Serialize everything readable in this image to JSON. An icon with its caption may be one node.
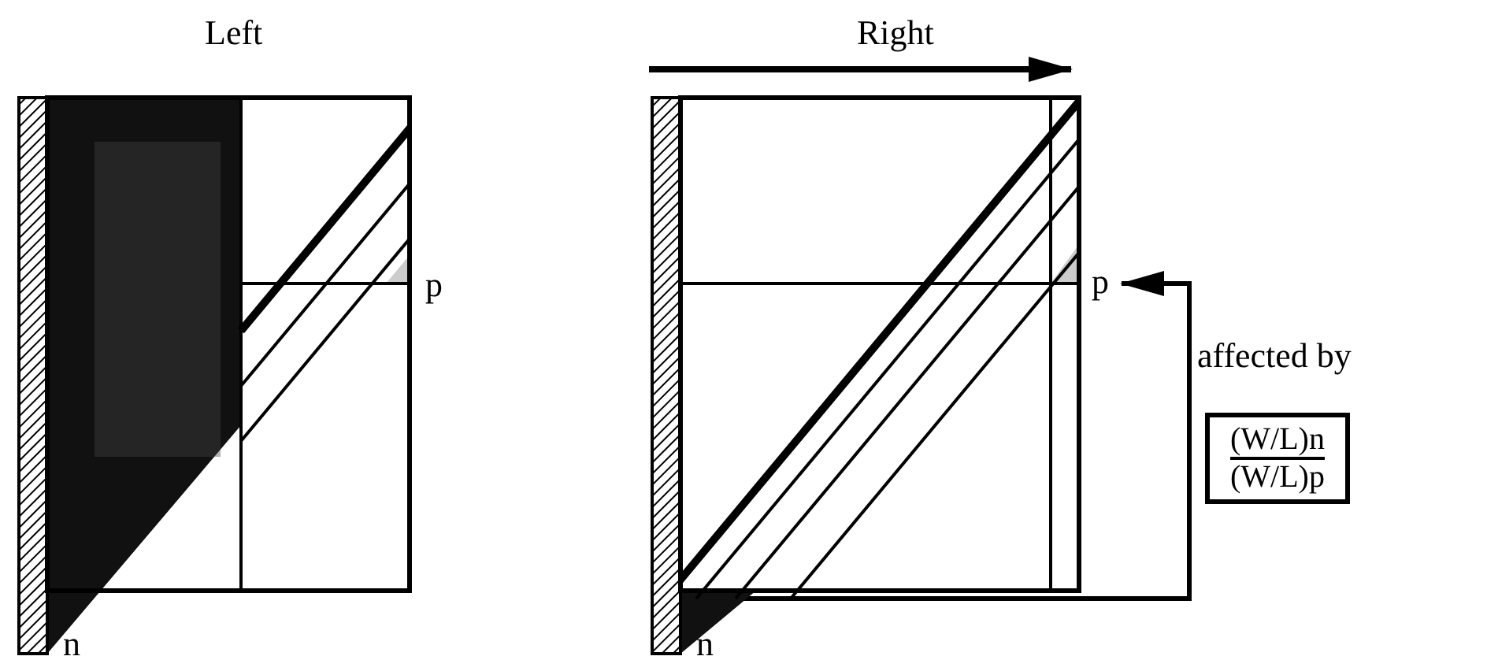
{
  "diagram": {
    "nodes": [
      {
        "text": [
          "Left"
        ]
      },
      {
        "text": [
          "Right"
        ]
      },
      {
        "text": [
          "p"
        ]
      },
      {
        "text": [
          "(W/L)n",
          "(W/L)p"
        ]
      }
    ],
    "edges": [
      {
        "from": 1,
        "to": 2,
        "arrow": "to"
      }
    ],
    "labels": [
      "p",
      "affected by",
      "n",
      "n"
    ]
  }
}
